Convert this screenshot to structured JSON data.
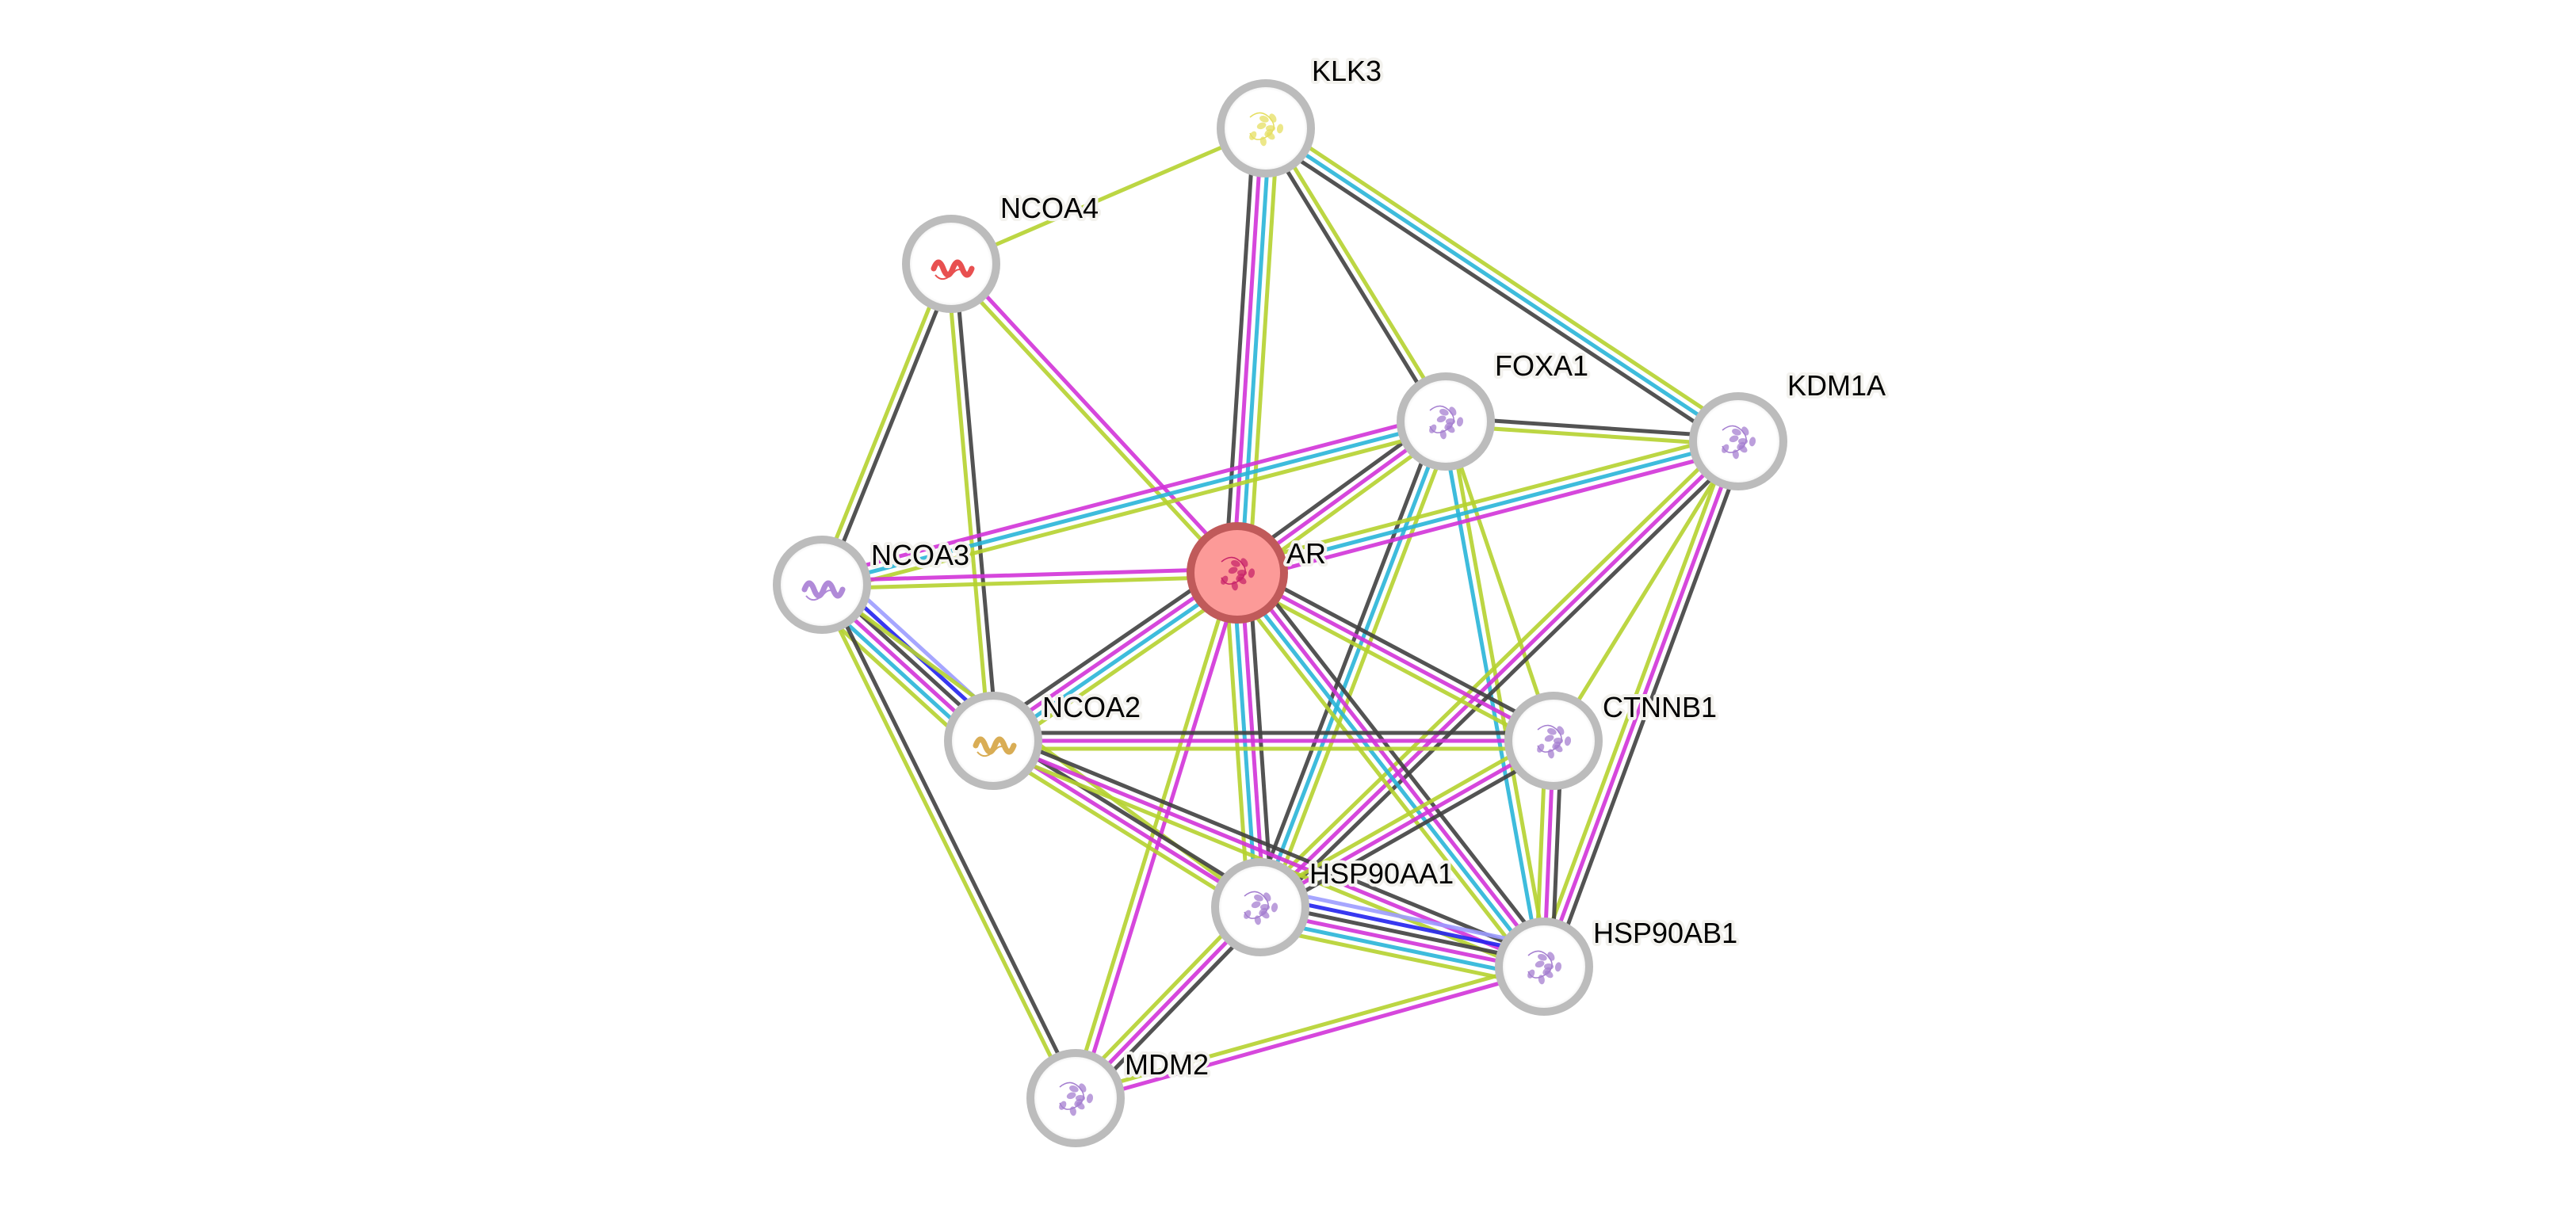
{
  "network": {
    "query_protein": "AR",
    "colors": {
      "node_ring": "#bcbcbc",
      "query_fill": "#fc9a98",
      "query_ring": "#c05a5a",
      "label_halo": "#f3f2ee",
      "evidence": {
        "textmining": "#b5d22f",
        "database": "#29b5d8",
        "experiments": "#d133d8",
        "coexpression": "#404040",
        "homology": "#9c9cff",
        "cooccurrence": "#2222ee"
      }
    },
    "nodes": [
      {
        "id": "KLK3",
        "label": "KLK3",
        "icon": "protein-structure-yellow-icon",
        "tint": "#e6df62"
      },
      {
        "id": "NCOA4",
        "label": "NCOA4",
        "icon": "protein-helix-red-icon",
        "tint": "#e85050"
      },
      {
        "id": "FOXA1",
        "label": "FOXA1",
        "icon": "protein-structure-purple-icon",
        "tint": "#a57fd0"
      },
      {
        "id": "KDM1A",
        "label": "KDM1A",
        "icon": "protein-structure-purple-icon",
        "tint": "#a57fd0"
      },
      {
        "id": "NCOA3",
        "label": "NCOA3",
        "icon": "protein-helix-purple-icon",
        "tint": "#b08ad8"
      },
      {
        "id": "AR",
        "label": "AR",
        "icon": "protein-structure-crimson-icon",
        "tint": "#c8246a"
      },
      {
        "id": "NCOA2",
        "label": "NCOA2",
        "icon": "protein-helix-gold-icon",
        "tint": "#d9ad55"
      },
      {
        "id": "CTNNB1",
        "label": "CTNNB1",
        "icon": "protein-structure-purple-icon",
        "tint": "#a57fd0"
      },
      {
        "id": "HSP90AA1",
        "label": "HSP90AA1",
        "icon": "protein-structure-purple-icon",
        "tint": "#a57fd0"
      },
      {
        "id": "HSP90AB1",
        "label": "HSP90AB1",
        "icon": "protein-structure-purple-icon",
        "tint": "#a57fd0"
      },
      {
        "id": "MDM2",
        "label": "MDM2",
        "icon": "protein-structure-purple-icon",
        "tint": "#a57fd0"
      }
    ],
    "edges": [
      {
        "source": "KLK3",
        "target": "NCOA4",
        "evidence": [
          "textmining"
        ]
      },
      {
        "source": "KLK3",
        "target": "AR",
        "evidence": [
          "textmining",
          "database",
          "experiments",
          "coexpression"
        ]
      },
      {
        "source": "KLK3",
        "target": "FOXA1",
        "evidence": [
          "textmining",
          "coexpression"
        ]
      },
      {
        "source": "KLK3",
        "target": "KDM1A",
        "evidence": [
          "textmining",
          "database",
          "coexpression"
        ]
      },
      {
        "source": "NCOA4",
        "target": "AR",
        "evidence": [
          "experiments",
          "textmining"
        ]
      },
      {
        "source": "NCOA4",
        "target": "NCOA3",
        "evidence": [
          "coexpression",
          "textmining"
        ]
      },
      {
        "source": "NCOA4",
        "target": "NCOA2",
        "evidence": [
          "coexpression",
          "textmining"
        ]
      },
      {
        "source": "FOXA1",
        "target": "AR",
        "evidence": [
          "textmining",
          "experiments",
          "coexpression"
        ]
      },
      {
        "source": "FOXA1",
        "target": "KDM1A",
        "evidence": [
          "coexpression",
          "textmining"
        ]
      },
      {
        "source": "FOXA1",
        "target": "NCOA3",
        "evidence": [
          "textmining",
          "database",
          "experiments"
        ]
      },
      {
        "source": "FOXA1",
        "target": "CTNNB1",
        "evidence": [
          "textmining"
        ]
      },
      {
        "source": "FOXA1",
        "target": "HSP90AA1",
        "evidence": [
          "textmining",
          "database",
          "coexpression"
        ]
      },
      {
        "source": "FOXA1",
        "target": "HSP90AB1",
        "evidence": [
          "textmining",
          "database"
        ]
      },
      {
        "source": "KDM1A",
        "target": "AR",
        "evidence": [
          "experiments",
          "database",
          "textmining"
        ]
      },
      {
        "source": "KDM1A",
        "target": "CTNNB1",
        "evidence": [
          "textmining"
        ]
      },
      {
        "source": "KDM1A",
        "target": "HSP90AA1",
        "evidence": [
          "coexpression",
          "experiments",
          "textmining"
        ]
      },
      {
        "source": "KDM1A",
        "target": "HSP90AB1",
        "evidence": [
          "coexpression",
          "experiments",
          "textmining"
        ]
      },
      {
        "source": "NCOA3",
        "target": "AR",
        "evidence": [
          "experiments",
          "textmining"
        ]
      },
      {
        "source": "NCOA3",
        "target": "NCOA2",
        "evidence": [
          "homology",
          "cooccurrence",
          "coexpression",
          "experiments",
          "database",
          "textmining"
        ]
      },
      {
        "source": "NCOA3",
        "target": "HSP90AA1",
        "evidence": [
          "textmining"
        ]
      },
      {
        "source": "NCOA3",
        "target": "MDM2",
        "evidence": [
          "coexpression",
          "textmining"
        ]
      },
      {
        "source": "AR",
        "target": "NCOA2",
        "evidence": [
          "textmining",
          "database",
          "experiments",
          "coexpression"
        ]
      },
      {
        "source": "AR",
        "target": "CTNNB1",
        "evidence": [
          "coexpression",
          "experiments",
          "textmining"
        ]
      },
      {
        "source": "AR",
        "target": "HSP90AA1",
        "evidence": [
          "coexpression",
          "experiments",
          "database",
          "textmining"
        ]
      },
      {
        "source": "AR",
        "target": "HSP90AB1",
        "evidence": [
          "coexpression",
          "experiments",
          "database",
          "textmining"
        ]
      },
      {
        "source": "AR",
        "target": "MDM2",
        "evidence": [
          "experiments",
          "textmining"
        ]
      },
      {
        "source": "NCOA2",
        "target": "CTNNB1",
        "evidence": [
          "coexpression",
          "experiments",
          "textmining"
        ]
      },
      {
        "source": "NCOA2",
        "target": "HSP90AA1",
        "evidence": [
          "coexpression",
          "experiments",
          "textmining"
        ]
      },
      {
        "source": "NCOA2",
        "target": "HSP90AB1",
        "evidence": [
          "coexpression",
          "experiments",
          "textmining"
        ]
      },
      {
        "source": "CTNNB1",
        "target": "HSP90AA1",
        "evidence": [
          "coexpression",
          "experiments",
          "textmining"
        ]
      },
      {
        "source": "CTNNB1",
        "target": "HSP90AB1",
        "evidence": [
          "coexpression",
          "experiments",
          "textmining"
        ]
      },
      {
        "source": "HSP90AA1",
        "target": "HSP90AB1",
        "evidence": [
          "homology",
          "cooccurrence",
          "coexpression",
          "experiments",
          "database",
          "textmining"
        ]
      },
      {
        "source": "HSP90AA1",
        "target": "MDM2",
        "evidence": [
          "coexpression",
          "experiments",
          "textmining"
        ]
      },
      {
        "source": "HSP90AB1",
        "target": "MDM2",
        "evidence": [
          "experiments",
          "textmining"
        ]
      }
    ]
  }
}
